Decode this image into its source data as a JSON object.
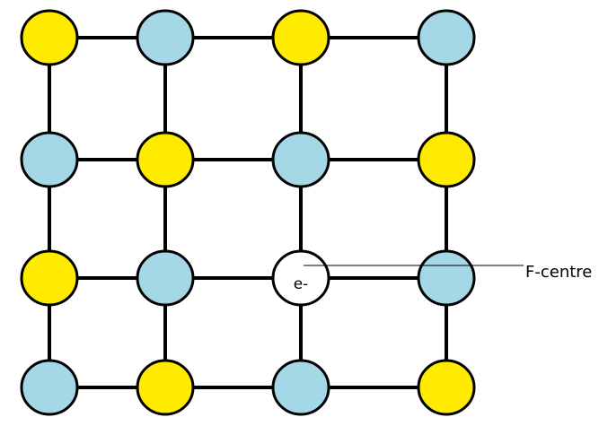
{
  "labels": {
    "f_centre": "F-centre",
    "electron": "e-"
  },
  "colors": {
    "yellow": "#FFEB00",
    "blue": "#A4D8E6",
    "vacancy": "#FFFFFF",
    "bond": "#000000"
  },
  "lattice": {
    "grid": [
      [
        "yellow",
        "blue",
        "yellow",
        "blue"
      ],
      [
        "blue",
        "yellow",
        "blue",
        "yellow"
      ],
      [
        "yellow",
        "blue",
        "vacancy",
        "blue"
      ],
      [
        "blue",
        "yellow",
        "blue",
        "yellow"
      ]
    ]
  }
}
